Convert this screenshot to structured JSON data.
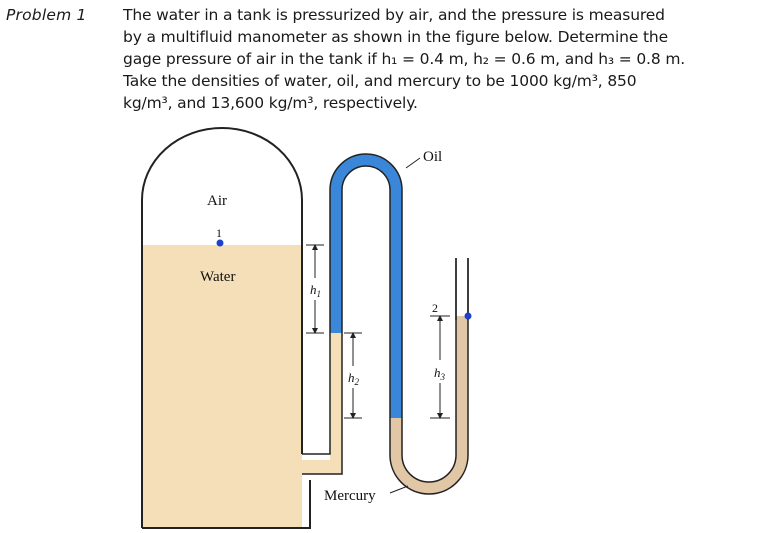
{
  "problem": {
    "label": "Problem 1",
    "lines": [
      "The water in a tank is pressurized by air, and the pressure is measured",
      "by a multifluid manometer as shown in the figure below. Determine the",
      "gage pressure of air in the tank if h₁ = 0.4 m, h₂ = 0.6 m, and h₃ = 0.8 m.",
      "Take the densities of water, oil, and mercury to be 1000 kg/m³, 850",
      "kg/m³, and 13,600 kg/m³, respectively."
    ]
  },
  "figure": {
    "labels": {
      "air": "Air",
      "water": "Water",
      "oil": "Oil",
      "mercury": "Mercury",
      "point1": "1",
      "point2": "2",
      "h1": "h",
      "h1_sub": "1",
      "h2": "h",
      "h2_sub": "2",
      "h3": "h",
      "h3_sub": "3"
    },
    "colors": {
      "water": "#f5dfb8",
      "oil": "#3a86d8",
      "mercury": "#e2c7a6",
      "outline": "#222222",
      "point": "#1f3fcf"
    }
  }
}
